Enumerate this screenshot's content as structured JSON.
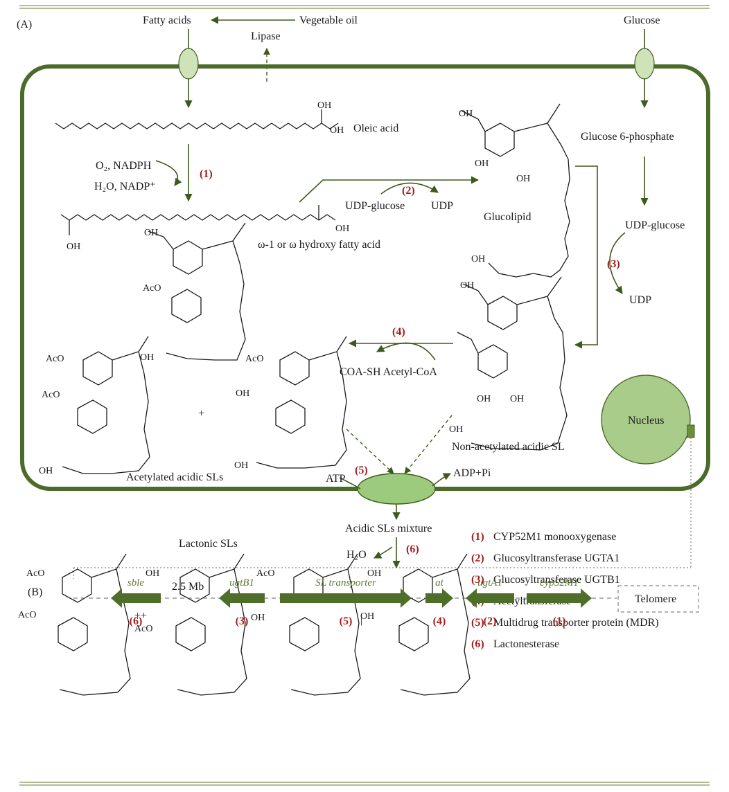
{
  "panel_labels": {
    "a": "(A)",
    "b": "(B)"
  },
  "top": {
    "fatty_acids": "Fatty acids",
    "vegetable_oil": "Vegetable oil",
    "lipase": "Lipase",
    "glucose": "Glucose"
  },
  "molecules": {
    "oleic_acid": "Oleic acid",
    "hydroxy_fa": "ω-1 or ω hydroxy fatty acid",
    "glucolipid": "Glucolipid",
    "glucose6p": "Glucose 6-phosphate",
    "udp_glucose_right": "UDP-glucose",
    "udp_right": "UDP",
    "udp_glucose_mid": "UDP-glucose",
    "udp_mid": "UDP",
    "non_acetylated": "Non-acetylated acidic SL",
    "acetylated": "Acetylated acidic SLs",
    "acidic_mix": "Acidic SLs mixture",
    "lactonic": "Lactonic SLs",
    "plus": "+",
    "plusplus": "++",
    "bar": "|",
    "cofactors_in": "O₂, NADPH",
    "cofactors_out": "H₂O, NADP⁺",
    "coa": "COA-SH Acetyl-CoA",
    "atp": "ATP",
    "adp": "ADP+Pi",
    "h2o": "H₂O",
    "nucleus": "Nucleus",
    "cooh": "OH",
    "oh": "OH"
  },
  "steps": {
    "s1": "(1)",
    "s2": "(2)",
    "s3": "(3)",
    "s4": "(4)",
    "s5": "(5)",
    "s6": "(6)"
  },
  "legend": [
    {
      "num": "(1)",
      "text": "CYP52M1 monooxygenase"
    },
    {
      "num": "(2)",
      "text": "Glucosyltransferase UGTA1"
    },
    {
      "num": "(3)",
      "text": "Glucosyltransferase UGTB1"
    },
    {
      "num": "(4)",
      "text": "Acetyltransferase"
    },
    {
      "num": "(5)",
      "text": "Multidrug transporter protein (MDR)"
    },
    {
      "num": "(6)",
      "text": "Lactonesterase"
    }
  ],
  "genes": [
    {
      "name": "sble",
      "num": "(6)"
    },
    {
      "name": "ugtB1",
      "num": "(3)"
    },
    {
      "name": "SL transporter",
      "num": "(5)"
    },
    {
      "name": "at",
      "num": "(4)"
    },
    {
      "name": "ugtA1",
      "num": "(2)"
    },
    {
      "name": "cyp52M1",
      "num": "(1)"
    }
  ],
  "distance": "2.5 Mb",
  "telomere": "Telomere",
  "colors": {
    "cell": "#4a6b2a",
    "arrow": "#3d5a1e",
    "fill": "#cfe3b8",
    "gene_arrow": "#4e6e2a",
    "step": "#a51e1e"
  }
}
